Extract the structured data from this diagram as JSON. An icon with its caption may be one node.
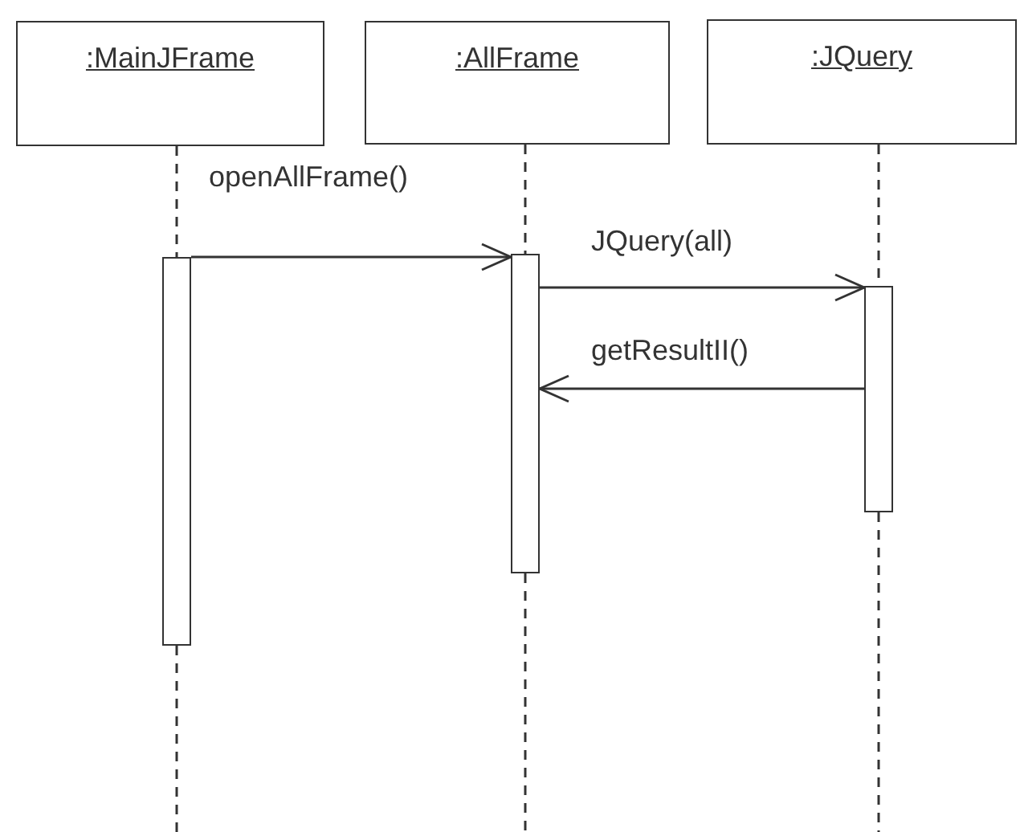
{
  "diagram": {
    "nodes": [
      {
        "text": [
          ":MainJFrame"
        ]
      },
      {
        "text": [
          ":AllFrame"
        ]
      },
      {
        "text": [
          ":JQuery"
        ]
      },
      {
        "text": [],
        "shape": "bar"
      },
      {
        "text": [],
        "shape": "bar"
      },
      {
        "text": [],
        "shape": "bar"
      }
    ],
    "edges": [
      {
        "from": 0,
        "to": 3,
        "arrow": "none",
        "style": "dashed"
      },
      {
        "from": 1,
        "to": 4,
        "arrow": "none",
        "style": "dashed"
      },
      {
        "from": 2,
        "to": 5,
        "arrow": "none",
        "style": "dashed"
      },
      {
        "from": 3,
        "to": null,
        "arrow": "none",
        "style": "dashed"
      },
      {
        "from": 4,
        "to": null,
        "arrow": "none",
        "style": "dashed"
      },
      {
        "from": 5,
        "to": null,
        "arrow": "none",
        "style": "dashed"
      },
      {
        "from": 3,
        "to": 4,
        "label": "openAllFrame()",
        "arrow": "to"
      },
      {
        "from": 4,
        "to": 5,
        "label": "JQuery(all)",
        "arrow": "to"
      },
      {
        "from": 5,
        "to": 4,
        "label": "getResultII()",
        "arrow": "to"
      }
    ]
  }
}
